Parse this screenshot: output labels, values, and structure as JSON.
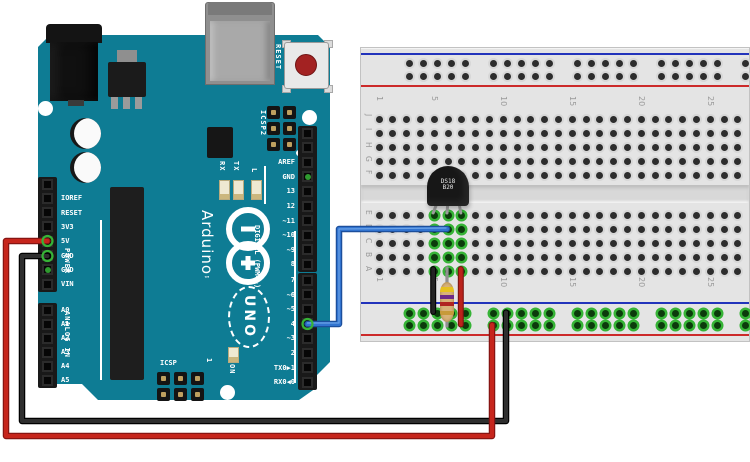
{
  "arduino": {
    "reset_label": "RESET",
    "icsp2_label": "ICSP2",
    "icsp_label": "ICSP",
    "icsp_pin1_label": "1",
    "on_label": "ON",
    "l_label": "L",
    "rx_label": "RX",
    "tx_label": "TX",
    "brand": "Arduino",
    "brand_tm": "™",
    "model": "UNO",
    "power_group_label": "POWER",
    "analog_group_label": "ANALOG IN",
    "digital_group_label": "DIGITAL (PWM=~)",
    "left_power_pins": [
      "",
      "IOREF",
      "RESET",
      "3V3",
      "5V",
      "GND",
      "GND",
      "VIN"
    ],
    "left_analog_pins": [
      "A0",
      "A1",
      "A2",
      "A3",
      "A4",
      "A5"
    ],
    "right_top_pins": [
      "",
      "",
      "AREF",
      "GND",
      "13",
      "12",
      "~11",
      "~10",
      "~9",
      "8"
    ],
    "right_bottom_pins": [
      "7",
      "~6",
      "~5",
      "4",
      "~3",
      "2",
      "TX0▶1",
      "RX0◀0"
    ]
  },
  "breadboard": {
    "column_numbers": [
      {
        "label": "1",
        "col": 1
      },
      {
        "label": "5",
        "col": 5
      },
      {
        "label": "10",
        "col": 10
      },
      {
        "label": "15",
        "col": 15
      },
      {
        "label": "20",
        "col": 20
      },
      {
        "label": "25",
        "col": 25
      }
    ],
    "row_letters_top": [
      "J",
      "I",
      "H",
      "G",
      "F"
    ],
    "row_letters_bottom": [
      "E",
      "D",
      "C",
      "B",
      "A"
    ],
    "highlighted_columns": [
      5,
      6,
      7
    ],
    "bottom_rails_active": true
  },
  "sensor": {
    "label_line1": "DS18",
    "label_line2": "B20",
    "body_color": "#171717"
  },
  "resistor": {
    "body_color": "#d8b279",
    "lead_color": "#909090",
    "bands": [
      "#e6c11f",
      "#6d2a86",
      "#b02522",
      "#c79a3a"
    ]
  },
  "wires": [
    {
      "id": "wire-5v-red",
      "color": "#c6251c",
      "shade": "#871412"
    },
    {
      "id": "wire-gnd-black",
      "color": "#2e2e2e",
      "shade": "#000000"
    },
    {
      "id": "wire-data-blue",
      "color": "#3173cf",
      "shade": "#1c4f9c"
    },
    {
      "id": "jumper-gnd-black",
      "color": "#232323",
      "shade": "#000000"
    },
    {
      "id": "jumper-vcc-red",
      "color": "#bb231b",
      "shade": "#7c1210"
    }
  ],
  "colors": {
    "pcb_teal": "#0e7c94",
    "breadboard_body": "#e4e4e4",
    "rail_red": "#cc2a2a",
    "rail_blue": "#2233bb",
    "highlight_green": "#36b336"
  }
}
